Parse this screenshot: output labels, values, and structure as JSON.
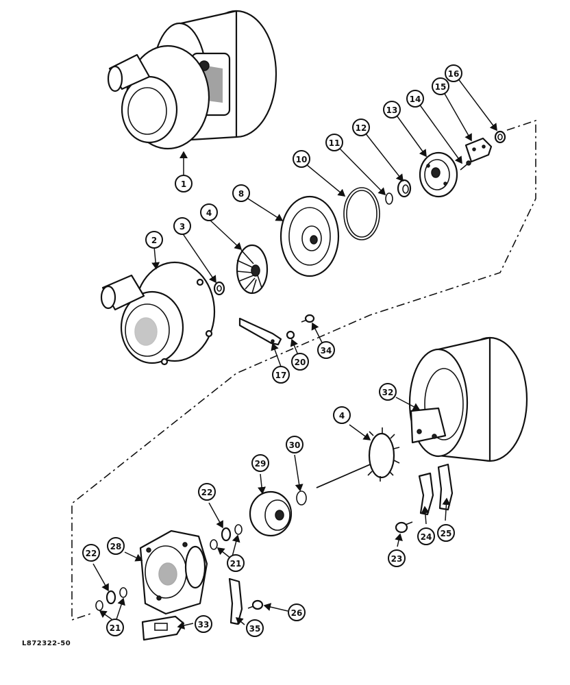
{
  "drawing": {
    "reference_code": "L872322-50",
    "callouts": [
      "1",
      "2",
      "3",
      "4",
      "8",
      "10",
      "11",
      "12",
      "13",
      "14",
      "15",
      "16",
      "17",
      "20",
      "34",
      "32",
      "4",
      "30",
      "29",
      "22",
      "28",
      "21",
      "22",
      "21",
      "24",
      "25",
      "23",
      "33",
      "35",
      "26"
    ]
  },
  "colors": {
    "ink": "#111111",
    "paper": "#ffffff"
  }
}
